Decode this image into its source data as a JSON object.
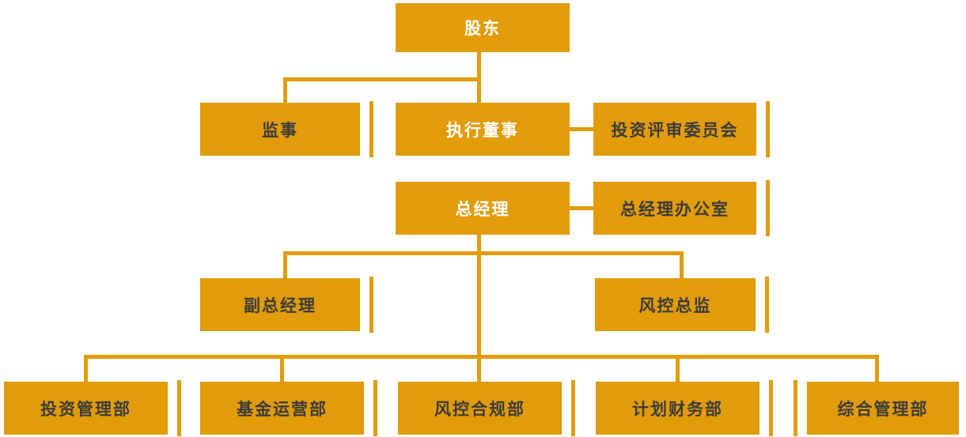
{
  "diagram": {
    "type": "org-chart",
    "colors": {
      "box": "#E29C09",
      "connector": "#E29C09",
      "text_light": "#FFFFFF",
      "text_dark": "#3B3B3B",
      "background": "#FFFFFF"
    },
    "nodes": {
      "shareholders": {
        "label": "股东"
      },
      "supervisor": {
        "label": "监事"
      },
      "executive_director": {
        "label": "执行董事"
      },
      "investment_review": {
        "label": "投资评审委员会"
      },
      "general_manager": {
        "label": "总经理"
      },
      "gm_office": {
        "label": "总经理办公室"
      },
      "deputy_gm": {
        "label": "副总经理"
      },
      "risk_director": {
        "label": "风控总监"
      },
      "dept_investment": {
        "label": "投资管理部"
      },
      "dept_fund_ops": {
        "label": "基金运营部"
      },
      "dept_risk_compliance": {
        "label": "风控合规部"
      },
      "dept_planning_fin": {
        "label": "计划财务部"
      },
      "dept_general_mgmt": {
        "label": "综合管理部"
      }
    },
    "edges": [
      {
        "from": "shareholders",
        "to": "supervisor"
      },
      {
        "from": "shareholders",
        "to": "executive_director"
      },
      {
        "from": "executive_director",
        "to": "investment_review"
      },
      {
        "from": "general_manager",
        "to": "gm_office"
      },
      {
        "from": "general_manager",
        "to": "deputy_gm"
      },
      {
        "from": "general_manager",
        "to": "risk_director"
      },
      {
        "from": "general_manager",
        "to": "dept_investment"
      },
      {
        "from": "general_manager",
        "to": "dept_fund_ops"
      },
      {
        "from": "general_manager",
        "to": "dept_risk_compliance"
      },
      {
        "from": "general_manager",
        "to": "dept_planning_fin"
      },
      {
        "from": "general_manager",
        "to": "dept_general_mgmt"
      }
    ]
  }
}
